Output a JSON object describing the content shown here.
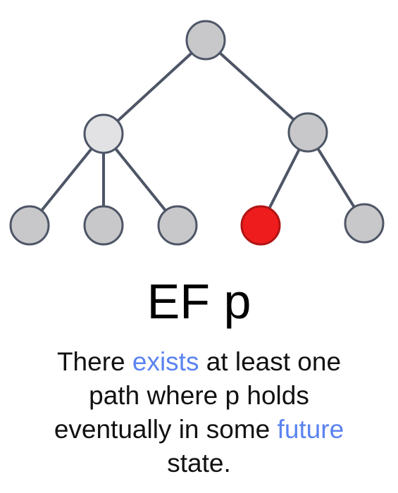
{
  "title": "EF p",
  "description": {
    "line1": {
      "before": "There ",
      "highlight": "exists",
      "after": " at least one"
    },
    "line2": "path where p holds",
    "line3": {
      "before": "eventually in some ",
      "highlight": "future"
    },
    "line4": "state."
  },
  "colors": {
    "edge": "#4d5566",
    "node_stroke": "#4d5566",
    "node_default": "#c8c8ca",
    "node_light": "#e2e2e4",
    "node_highlight": "#ee1c1c",
    "node_highlight_stroke": "#b01414",
    "text_highlight": "#5b83f0"
  },
  "tree": {
    "nodes": [
      {
        "id": "root",
        "state": "default"
      },
      {
        "id": "left-child",
        "state": "light"
      },
      {
        "id": "right-child",
        "state": "default"
      },
      {
        "id": "leaf-1",
        "state": "default"
      },
      {
        "id": "leaf-2",
        "state": "default"
      },
      {
        "id": "leaf-3",
        "state": "default"
      },
      {
        "id": "leaf-4",
        "state": "highlight"
      },
      {
        "id": "leaf-5",
        "state": "default"
      }
    ],
    "edges": [
      [
        "root",
        "left-child"
      ],
      [
        "root",
        "right-child"
      ],
      [
        "left-child",
        "leaf-1"
      ],
      [
        "left-child",
        "leaf-2"
      ],
      [
        "left-child",
        "leaf-3"
      ],
      [
        "right-child",
        "leaf-4"
      ],
      [
        "right-child",
        "leaf-5"
      ]
    ]
  }
}
